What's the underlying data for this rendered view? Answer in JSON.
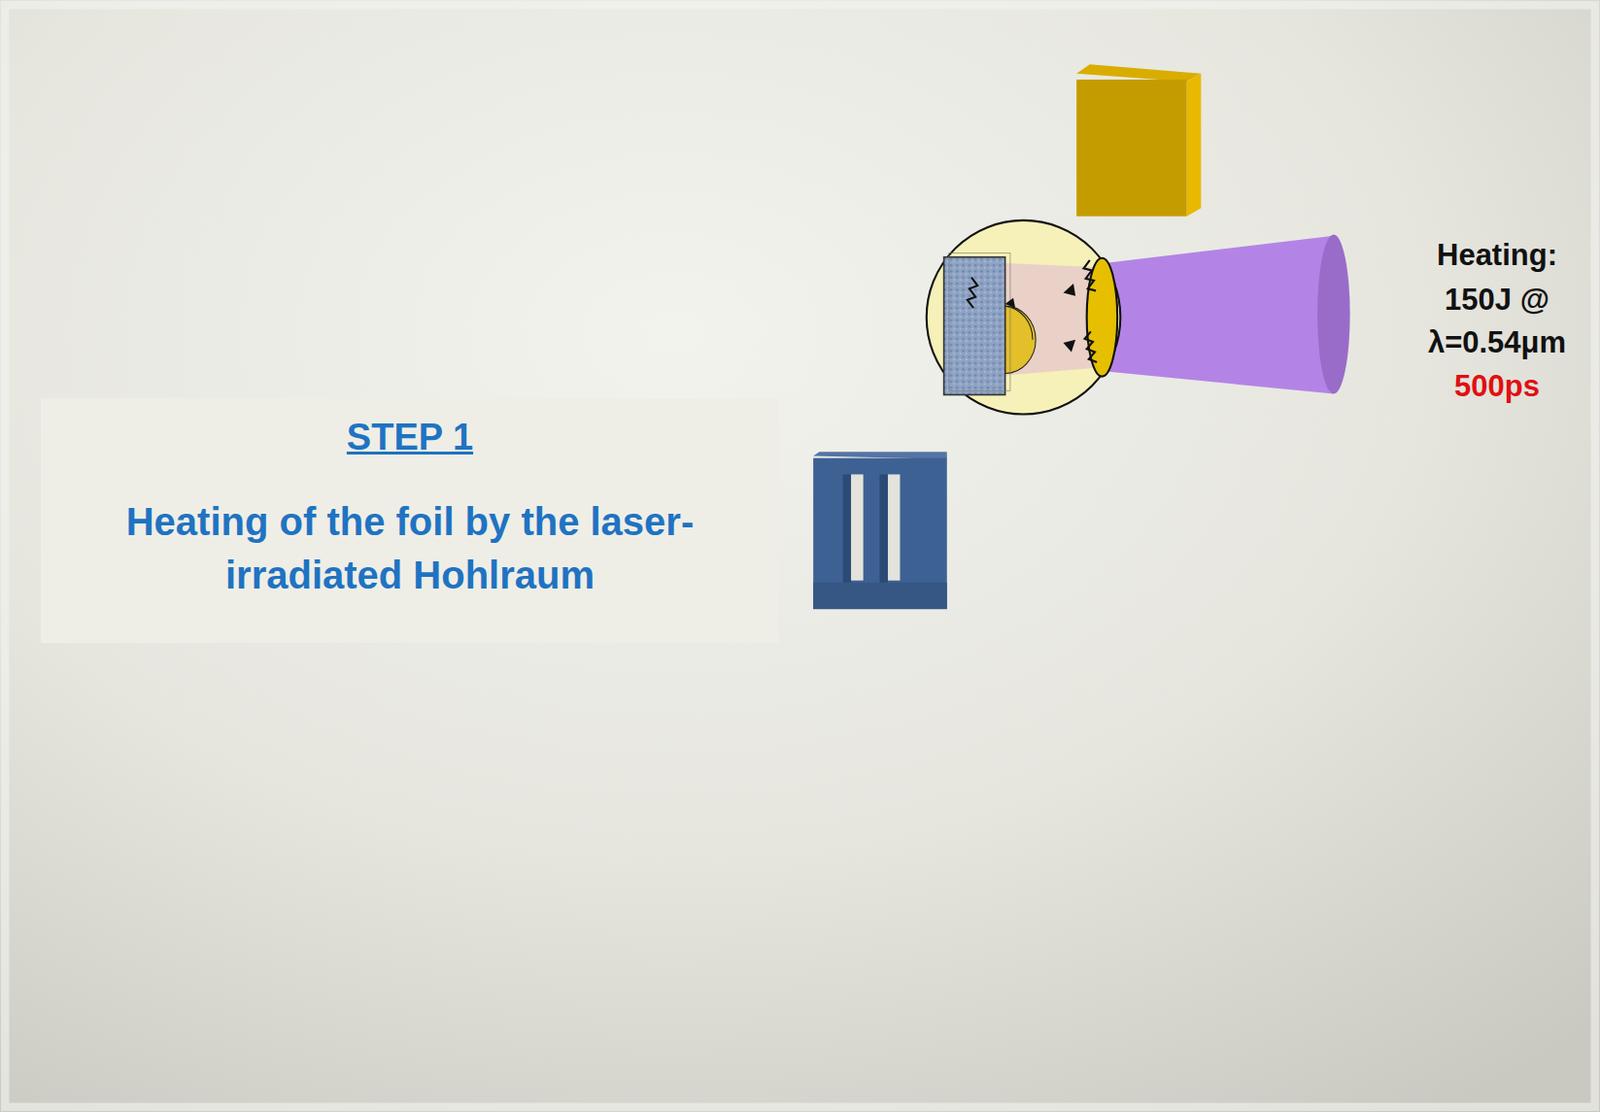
{
  "diagram": {
    "nodes": [
      {
        "text": [
          "STEP 1",
          "Heating of the foil by the laser-irradiated Hohlraum"
        ]
      }
    ],
    "edges": [],
    "labels": [
      "Heating:",
      "150J @",
      "λ=0.54μm",
      "500ps"
    ]
  }
}
